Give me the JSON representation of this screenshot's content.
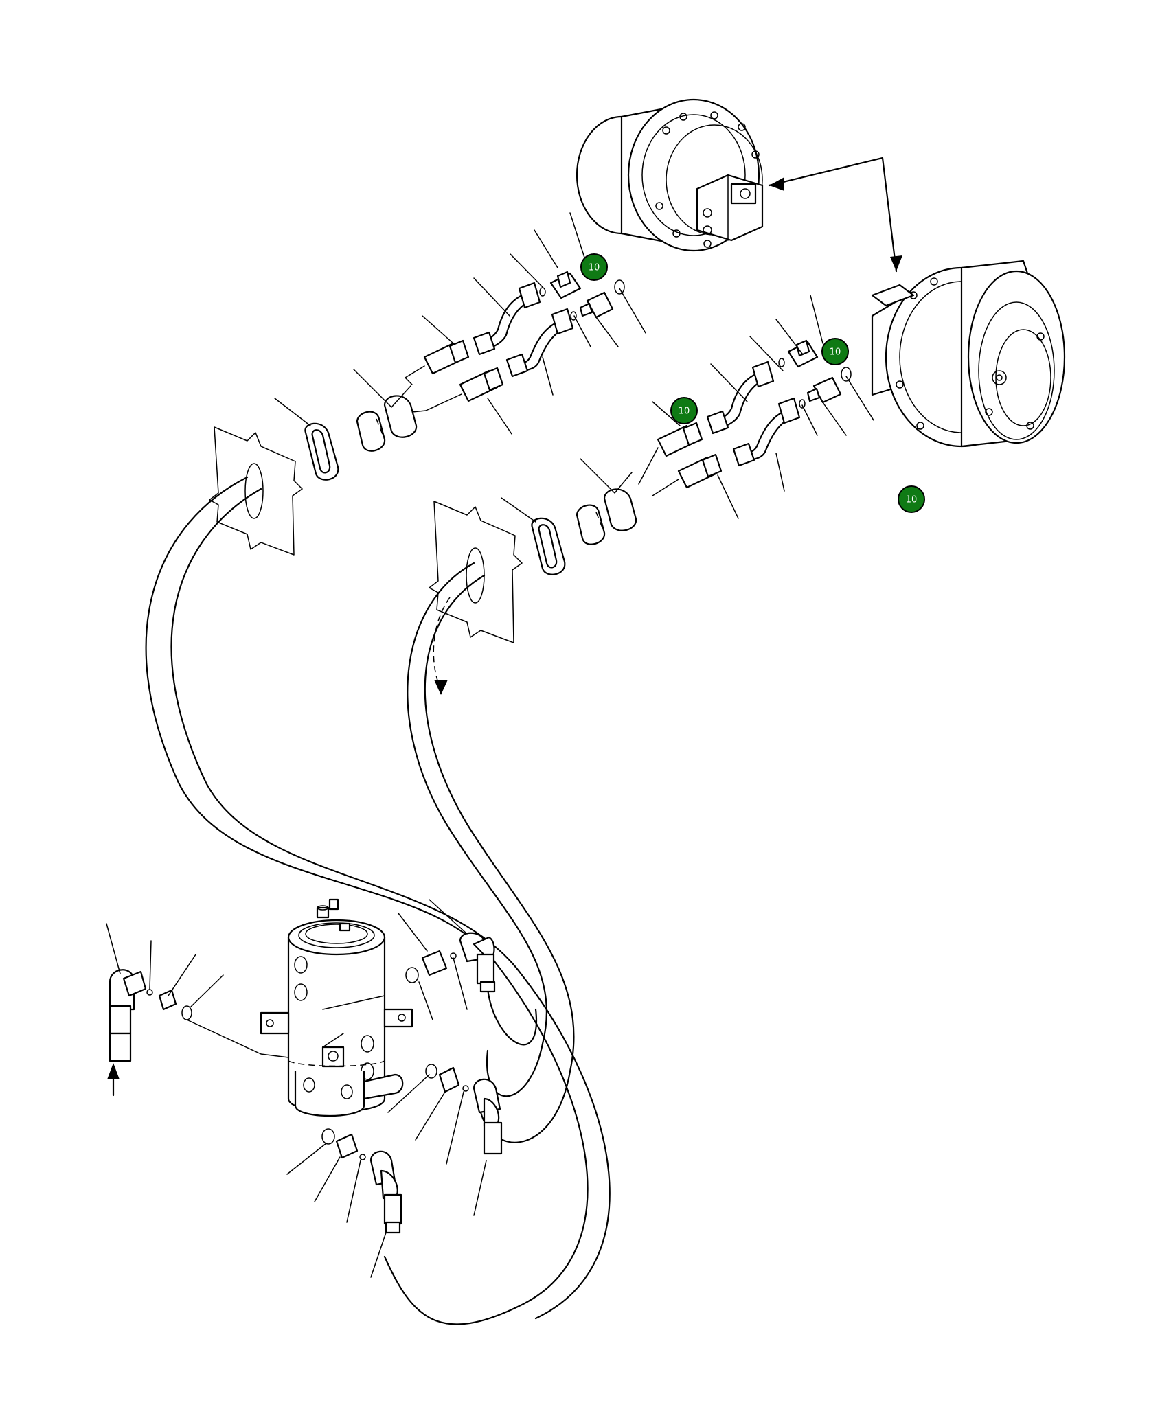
{
  "diagram": {
    "badges": [
      {
        "id": "badge-1",
        "label": "10"
      },
      {
        "id": "badge-2",
        "label": "10"
      },
      {
        "id": "badge-3",
        "label": "10"
      },
      {
        "id": "badge-4",
        "label": "10"
      }
    ],
    "colors": {
      "badge_fill": "#0f7a14",
      "badge_stroke": "#000000",
      "line": "#000000",
      "background": "#ffffff"
    }
  }
}
